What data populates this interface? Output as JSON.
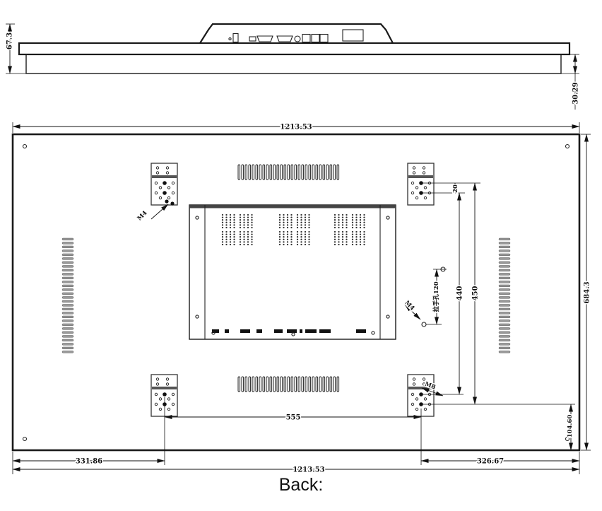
{
  "drawing": {
    "caption": "Back:",
    "side_view": {
      "total_height": "67.3",
      "panel_thickness": "30.29"
    },
    "back_view": {
      "overall_width_top": "1213.53",
      "overall_width_bottom": "1213.53",
      "overall_height": "684.3",
      "mount_hole_pitch": "20",
      "mount_vertical_inner": "440",
      "mount_vertical_outer": "450",
      "mount_horizontal": "555",
      "mount_offset_left": "331.86",
      "mount_offset_right": "326.67",
      "mount_offset_bottom": "104.60",
      "handle_hole_note": "拉手孔120",
      "screw_note_top_left": "M4",
      "screw_note_handle": "M4",
      "screw_note_bottom_right": "M8"
    }
  }
}
